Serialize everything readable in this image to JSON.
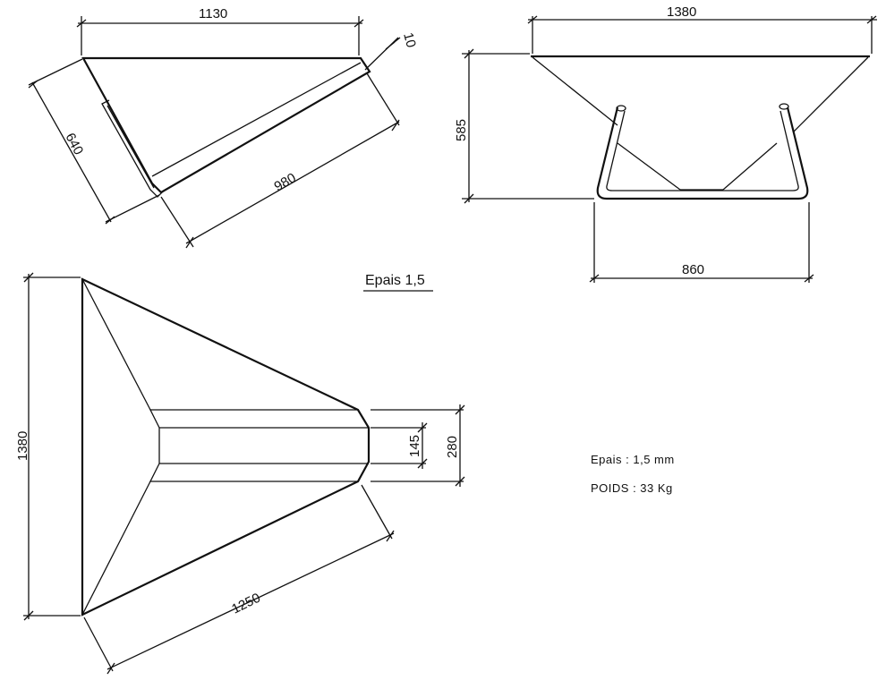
{
  "side_view": {
    "dim_top": "1130",
    "dim_small": "10",
    "dim_left": "640",
    "dim_bottom": "980"
  },
  "front_view": {
    "dim_top": "1380",
    "dim_height": "585",
    "dim_base": "860"
  },
  "top_view": {
    "dim_width": "1380",
    "dim_length": "1250",
    "dim_inner": "145",
    "dim_outer": "280"
  },
  "labels": {
    "epais_title": "Epais 1,5",
    "epais_note": "Epais : 1,5 mm",
    "poids_note": "POIDS : 33 Kg"
  }
}
